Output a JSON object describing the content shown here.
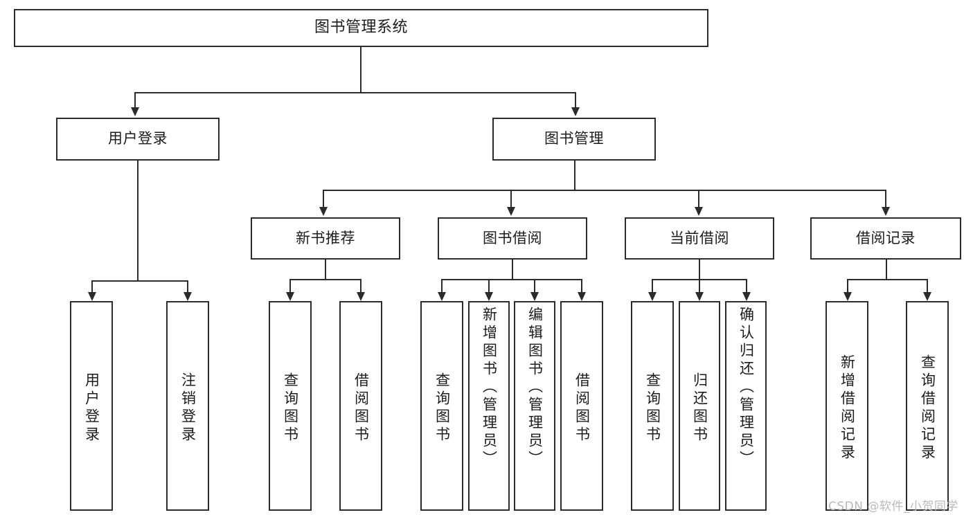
{
  "diagram": {
    "title": "图书管理系统",
    "type": "tree-hierarchy-diagram",
    "root": {
      "label": "图书管理系统"
    },
    "level2": [
      {
        "label": "用户登录"
      },
      {
        "label": "图书管理"
      }
    ],
    "level3": [
      {
        "label": "新书推荐"
      },
      {
        "label": "图书借阅"
      },
      {
        "label": "当前借阅"
      },
      {
        "label": "借阅记录"
      }
    ],
    "leaves": {
      "user_login": [
        {
          "label": "用户登录"
        },
        {
          "label": "注销登录"
        }
      ],
      "new_book_recommend": [
        {
          "label": "查询图书"
        },
        {
          "label": "借阅图书"
        }
      ],
      "book_borrow": [
        {
          "label": "查询图书"
        },
        {
          "label": "新增图书（管理员）"
        },
        {
          "label": "编辑图书（管理员）"
        },
        {
          "label": "借阅图书"
        }
      ],
      "current_borrow": [
        {
          "label": "查询图书"
        },
        {
          "label": "归还图书"
        },
        {
          "label": "确认归还（管理员）"
        }
      ],
      "borrow_record": [
        {
          "label": "新增借阅记录"
        },
        {
          "label": "查询借阅记录"
        }
      ]
    }
  },
  "watermark": {
    "text": "CSDN @软件_小贺同学"
  },
  "colors": {
    "box_border": "#2b2b2b",
    "box_fill": "#ffffff",
    "line": "#2b2b2b",
    "text": "#1c1c1c",
    "watermark": "#b9b9b9",
    "background": "#ffffff"
  }
}
